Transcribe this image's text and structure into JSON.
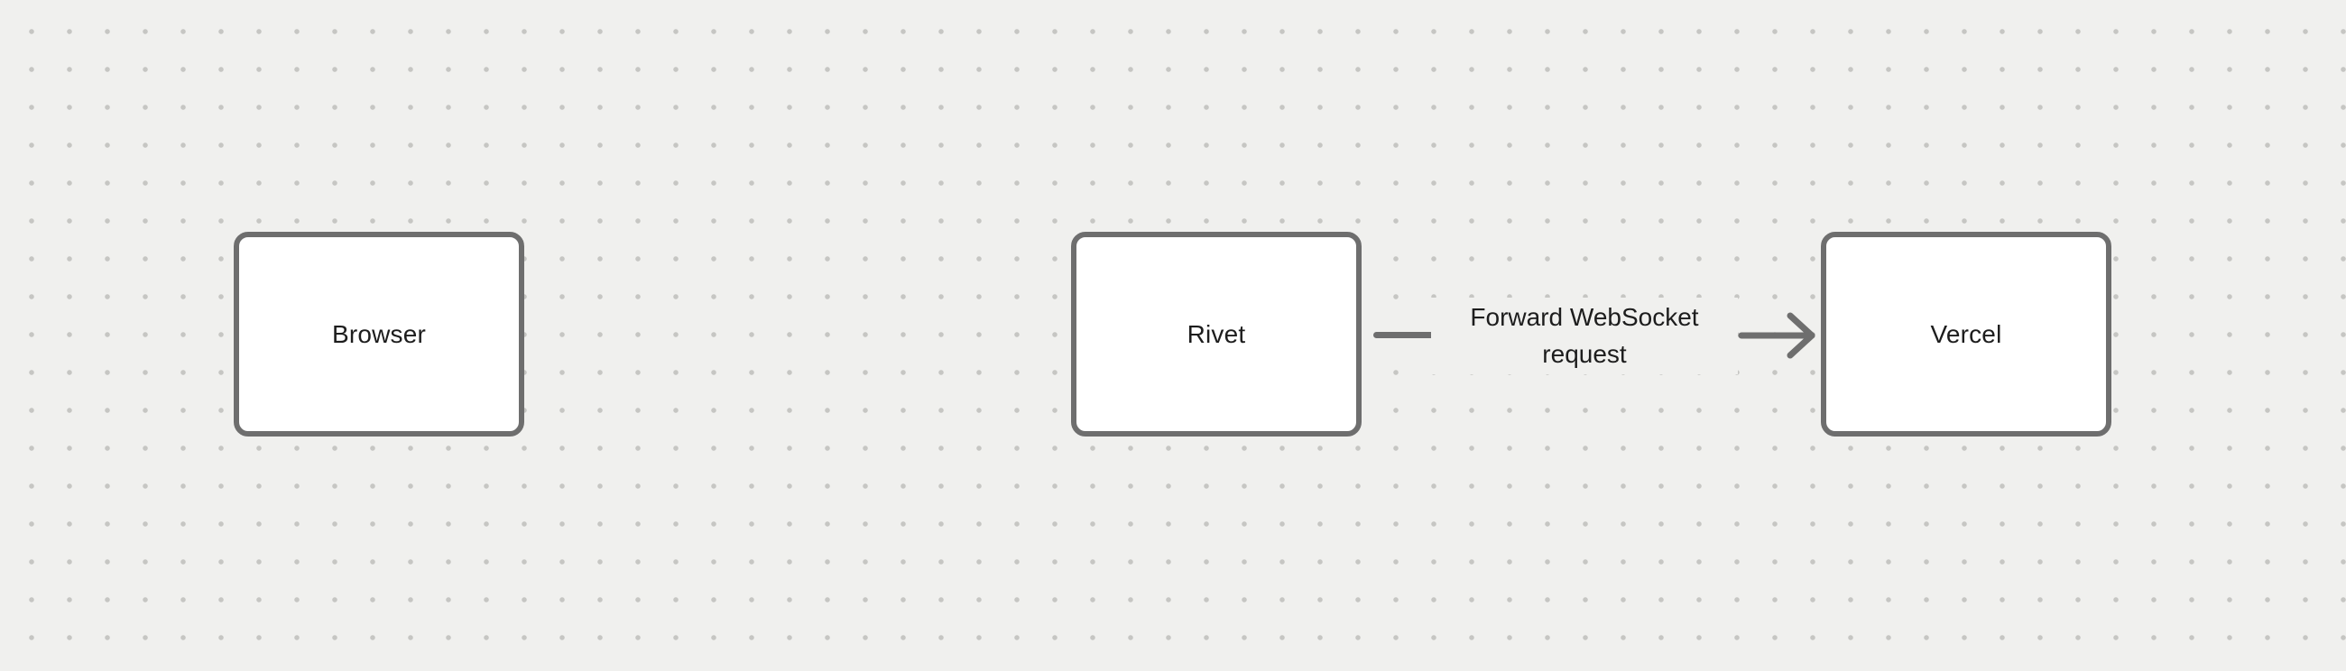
{
  "canvas": {
    "background_color": "#f0f0ee",
    "dot_grid_color": "#c6c6c3"
  },
  "colors": {
    "node_fill": "#ffffff",
    "node_border": "#6e6e6e",
    "edge_stroke": "#6e6e6e",
    "text": "#1d1d1d"
  },
  "nodes": [
    {
      "id": "browser",
      "label": "Browser"
    },
    {
      "id": "rivet",
      "label": "Rivet"
    },
    {
      "id": "vercel",
      "label": "Vercel"
    }
  ],
  "edges": [
    {
      "from": "rivet",
      "to": "vercel",
      "label": "Forward WebSocket request"
    }
  ]
}
